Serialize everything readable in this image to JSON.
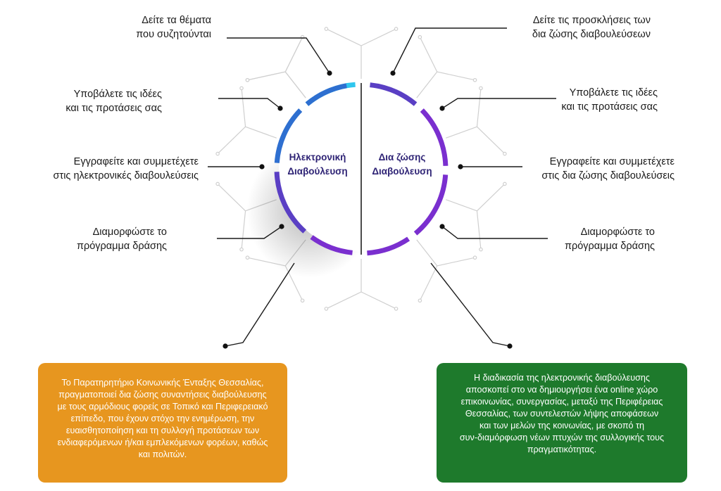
{
  "center": {
    "left_title": [
      "Ηλεκτρονική",
      "Διαβούλευση"
    ],
    "right_title": [
      "Δια ζώσης",
      "Διαβούλευση"
    ]
  },
  "labels_left": [
    {
      "lines": [
        "Δείτε τα θέματα",
        "που συζητούνται"
      ]
    },
    {
      "lines": [
        "Υποβάλετε τις ιδέες",
        "και τις προτάσεις σας"
      ]
    },
    {
      "lines": [
        "Εγγραφείτε και συμμετέχετε",
        "στις ηλεκτρονικές διαβουλεύσεις"
      ]
    },
    {
      "lines": [
        "Διαμορφώστε το",
        "πρόγραμμα δράσης"
      ]
    }
  ],
  "labels_right": [
    {
      "lines": [
        "Δείτε τις προσκλήσεις των",
        "δια ζώσης διαβουλεύσεων"
      ]
    },
    {
      "lines": [
        "Υποβάλετε τις ιδέες",
        "και τις προτάσεις σας"
      ]
    },
    {
      "lines": [
        "Εγγραφείτε και συμμετέχετε",
        "στις δια ζώσης διαβουλεύσεις"
      ]
    },
    {
      "lines": [
        "Διαμορφώστε το",
        "πρόγραμμα δράσης"
      ]
    }
  ],
  "boxes": {
    "left": {
      "color": "#e7961f",
      "lines": [
        "Το Παρατηρητήριο Κοινωνικής Ένταξης Θεσσαλίας,",
        "πραγματοποιεί δια ζώσης συναντήσεις διαβούλευσης",
        "με τους αρμόδιους φορείς σε Τοπικό και Περιφερειακό",
        "επίπεδο, που έχουν στόχο την ενημέρωση, την",
        "ευαισθητοποίηση και τη συλλογή προτάσεων των",
        "ενδιαφερόμενων ή/και εμπλεκόμενων φορέων, καθώς",
        "και πολιτών."
      ]
    },
    "right": {
      "color": "#1e7a2c",
      "lines": [
        "Η διαδικασία της ηλεκτρονικής διαβούλευσης",
        "αποσκοπεί στο να δημιουργήσει ένα online χώρο",
        "επικοινωνίας, συνεργασίας, μεταξύ της Περιφέρειας",
        "Θεσσαλίας, των συντελεστών λήψης αποφάσεων",
        "και των μελών της κοινωνίας, με σκοπό τη",
        "συν-διαμόρφωση νέων πτυχών της συλλογικής τους",
        "πραγματικότητας."
      ]
    }
  },
  "colors": {
    "ring_cyan": "#2fc6ee",
    "ring_blue": "#2e6fd0",
    "ring_purple": "#7a2fcf",
    "ring_violet": "#5a3fc4",
    "connector": "#1a1a1a",
    "circuit": "#cccccc"
  }
}
